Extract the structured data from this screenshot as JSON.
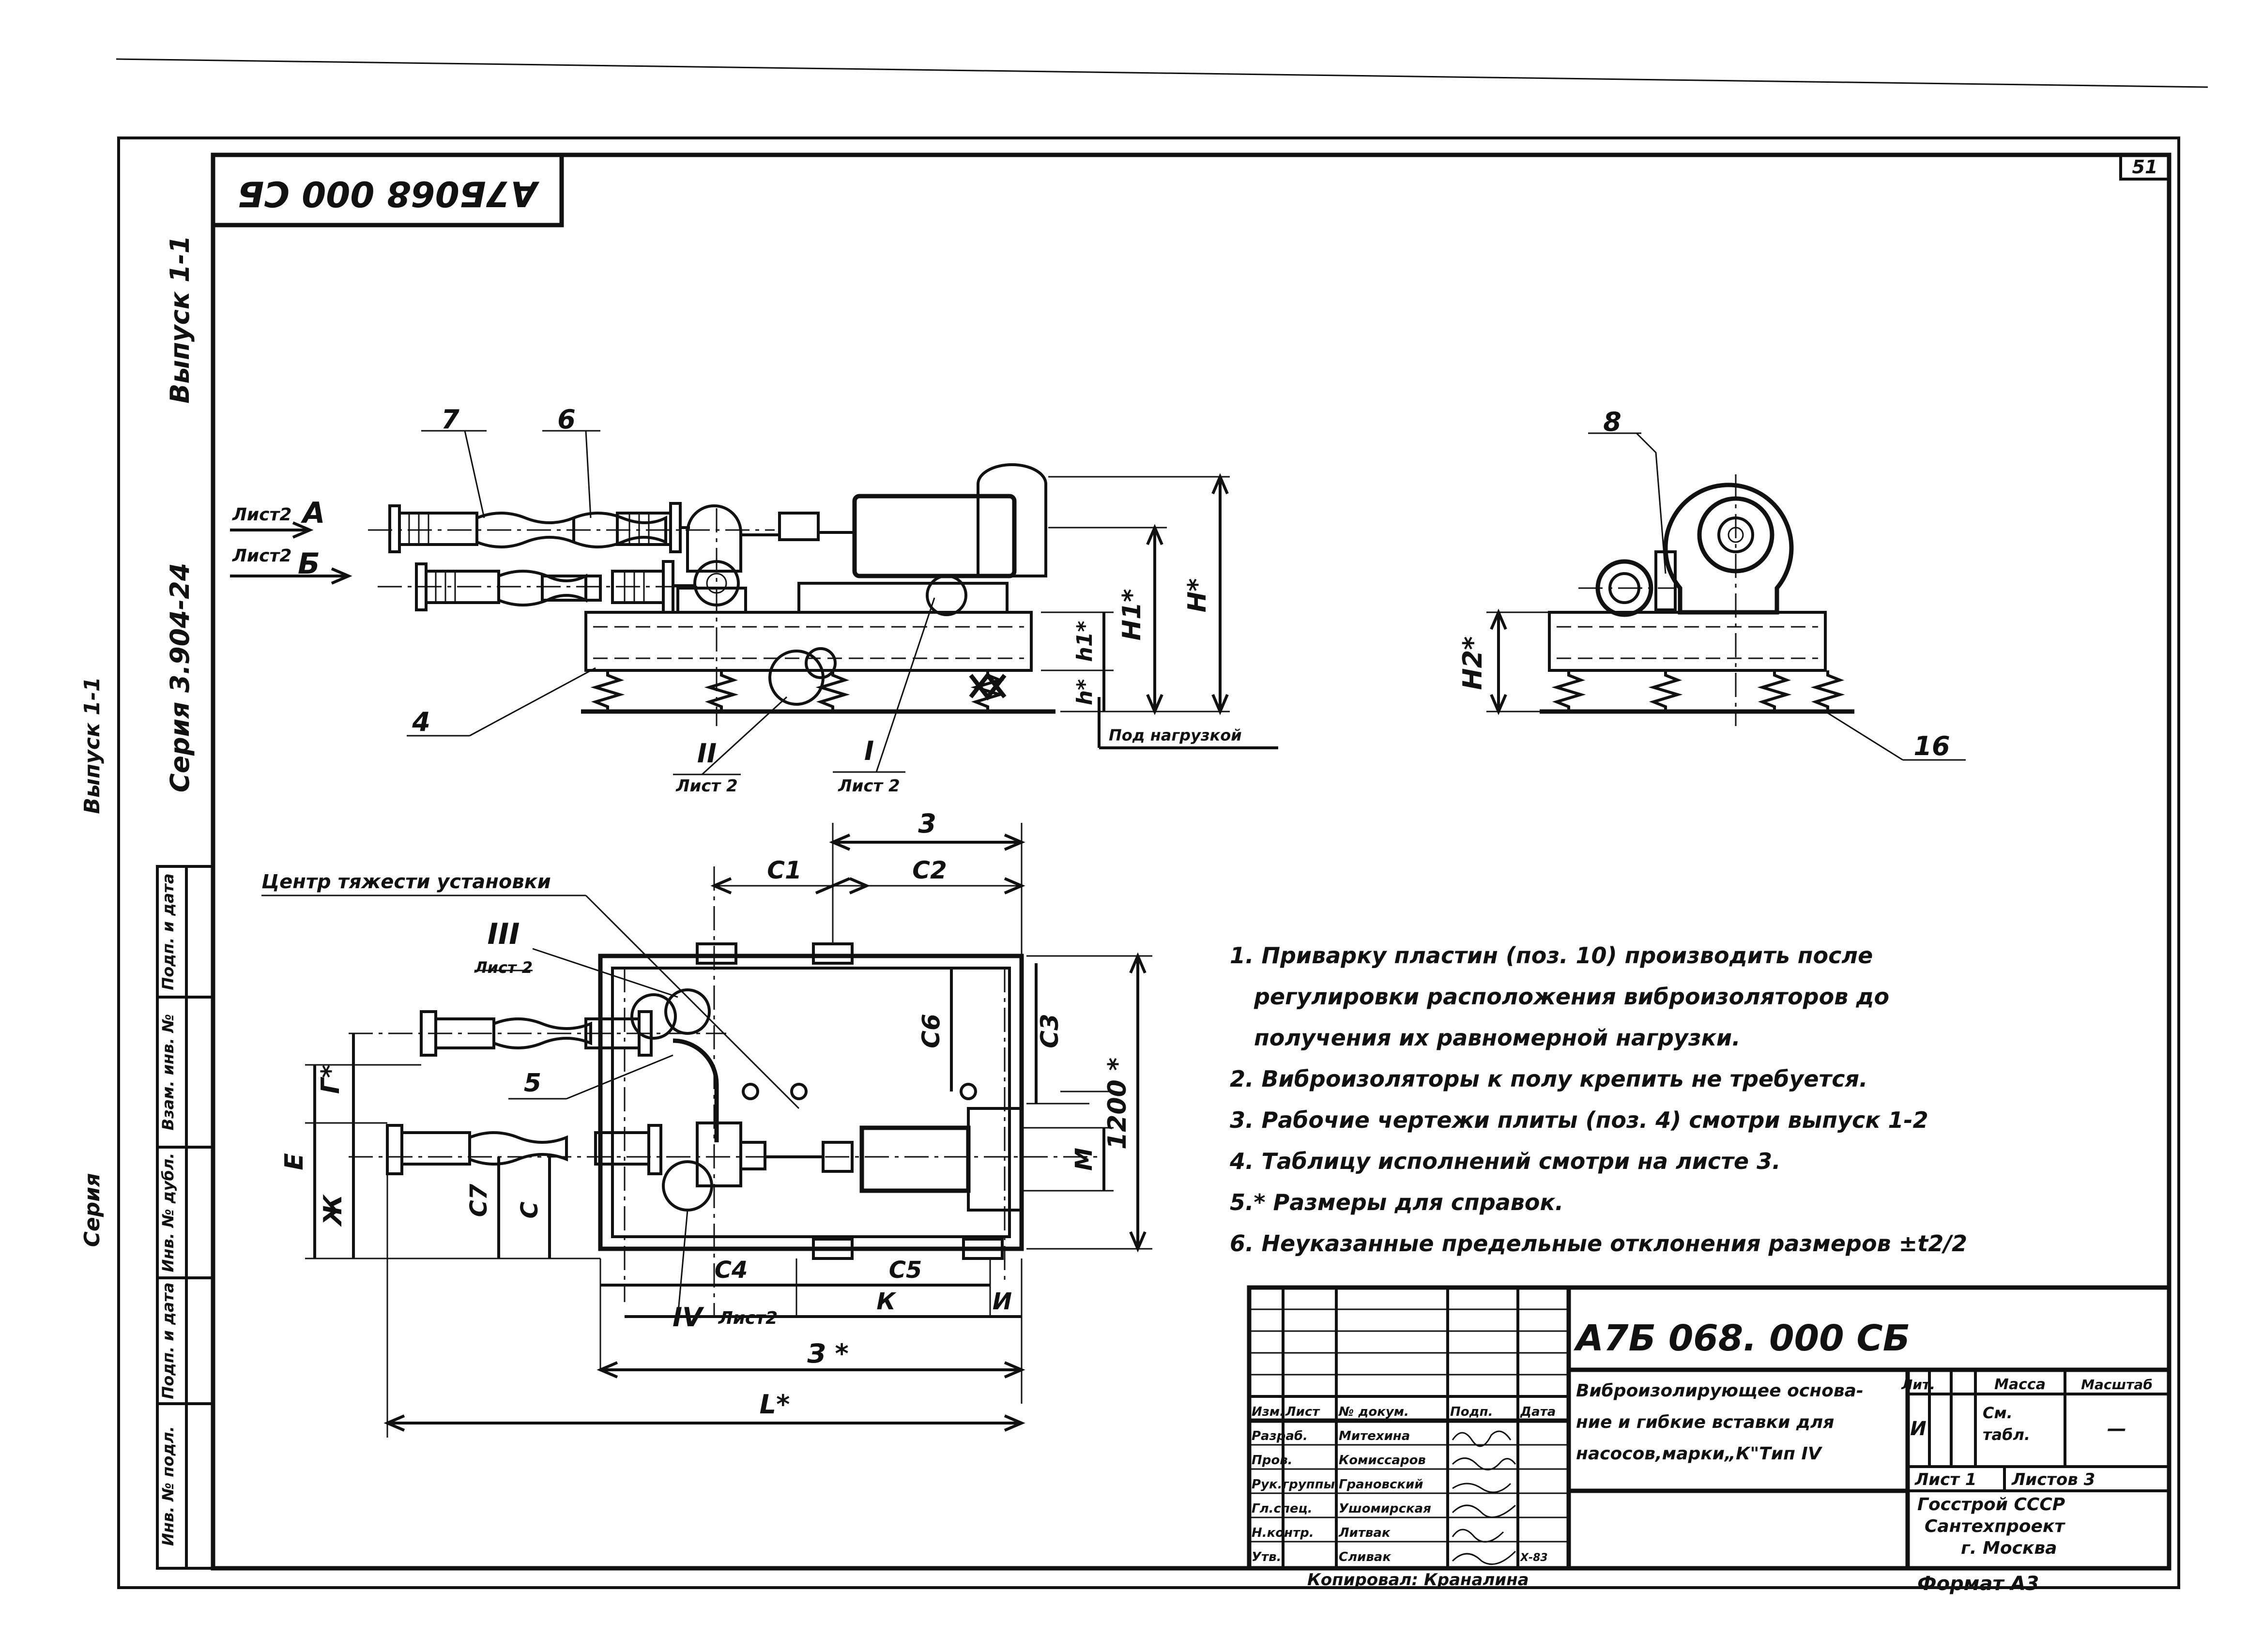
{
  "header": {
    "drawing_code_rotated": "А7Б068 000 СБ",
    "sheet_number": "51",
    "issue_label": "Выпуск 1-1",
    "series_label": "Серия 3.904-24"
  },
  "left_margin": {
    "issue": "Выпуск  1-1",
    "series": "Серия"
  },
  "stamp_column": {
    "cells": [
      "Подп. и дата",
      "Взам. инв. №",
      "Инв. № дубл.",
      "Подп. и дата",
      "Инв. № подл."
    ]
  },
  "side_view": {
    "pos_7": "7",
    "pos_6": "6",
    "pos_4": "4",
    "sheet_ref_a": "Лист2",
    "arrow_a": "А",
    "sheet_ref_b": "Лист2",
    "arrow_b": "Б",
    "dim_h_star": "H*",
    "dim_h1_star": "H1*",
    "dim_h1_small": "h1*",
    "dim_h_star_low": "h*",
    "under_load": "Под нагрузкой",
    "view_ii": "II",
    "view_ii_sheet": "Лист 2",
    "view_i": "I",
    "view_i_sheet": "Лист 2"
  },
  "end_view": {
    "pos_8": "8",
    "pos_16": "16",
    "dim_h2_star": "H2*"
  },
  "plan_view": {
    "gravity_center": "Центр тяжести установки",
    "view_iii": "III",
    "view_iii_sheet": "Лист 2",
    "pos_5": "5",
    "dim_3": "3",
    "dim_c1": "С1",
    "dim_c2": "С2",
    "dim_c3": "С3",
    "dim_c6": "С6",
    "dim_1200": "1200 *",
    "dim_g": "Г*",
    "dim_e": "Е",
    "dim_zh": "Ж",
    "dim_c7": "С7",
    "dim_c": "С",
    "dim_m": "М",
    "dim_c4": "С4",
    "dim_c5": "С5",
    "view_iv": "IV",
    "view_iv_sheet": "Лист2",
    "dim_k": "К",
    "dim_i": "И",
    "dim_z": "З *",
    "dim_l": "L*"
  },
  "notes": [
    "1.  Приварку пластин  (поз. 10) производить  после",
    "регулировки   расположения  виброизоляторов  до",
    "получения    их  равномерной    нагрузки.",
    "2. Виброизоляторы к полу крепить  не требуется.",
    "3. Рабочие чертежи    плиты  (поз. 4)  смотри   выпуск 1-2",
    "4. Таблицу  исполнений    смотри  на листе 3.",
    "5.* Размеры  для   справок.",
    "6. Неуказанные  предельные  отклонения  размеров ±t2/2"
  ],
  "title_block": {
    "designation": "А7Б 068. 000 СБ",
    "title_lines": [
      "Виброизолирующее основа-",
      "ние и гибкие вставки для",
      "насосов,марки„К\"Тип IV"
    ],
    "col_headers": [
      "Изм.",
      "Лист",
      "№ докум.",
      "Подп.",
      "Дата"
    ],
    "rows": [
      {
        "role": "Разраб.",
        "name": "Митехина"
      },
      {
        "role": "Пров.",
        "name": "Комиссаров"
      },
      {
        "role": "Рук.группы",
        "name": "Грановский"
      },
      {
        "role": "Гл.спец.",
        "name": "Ушомирская"
      },
      {
        "role": "Н.контр.",
        "name": "Литвак"
      },
      {
        "role": "Утв.",
        "name": "Сливак"
      }
    ],
    "date_small": "Х-83",
    "lit_header": "Лит.",
    "mass_header": "Масса",
    "scale_header": "Масштаб",
    "lit_value": "И",
    "mass_value_1": "См.",
    "mass_value_2": "табл.",
    "scale_value": "—",
    "sheet": "Лист 1",
    "sheets": "Листов 3",
    "org_1": "Госстрой  СССР",
    "org_2": "Сантехпроект",
    "org_3": "г. Москва",
    "copied": "Копировал: Краналина",
    "format": "Формат А3"
  }
}
